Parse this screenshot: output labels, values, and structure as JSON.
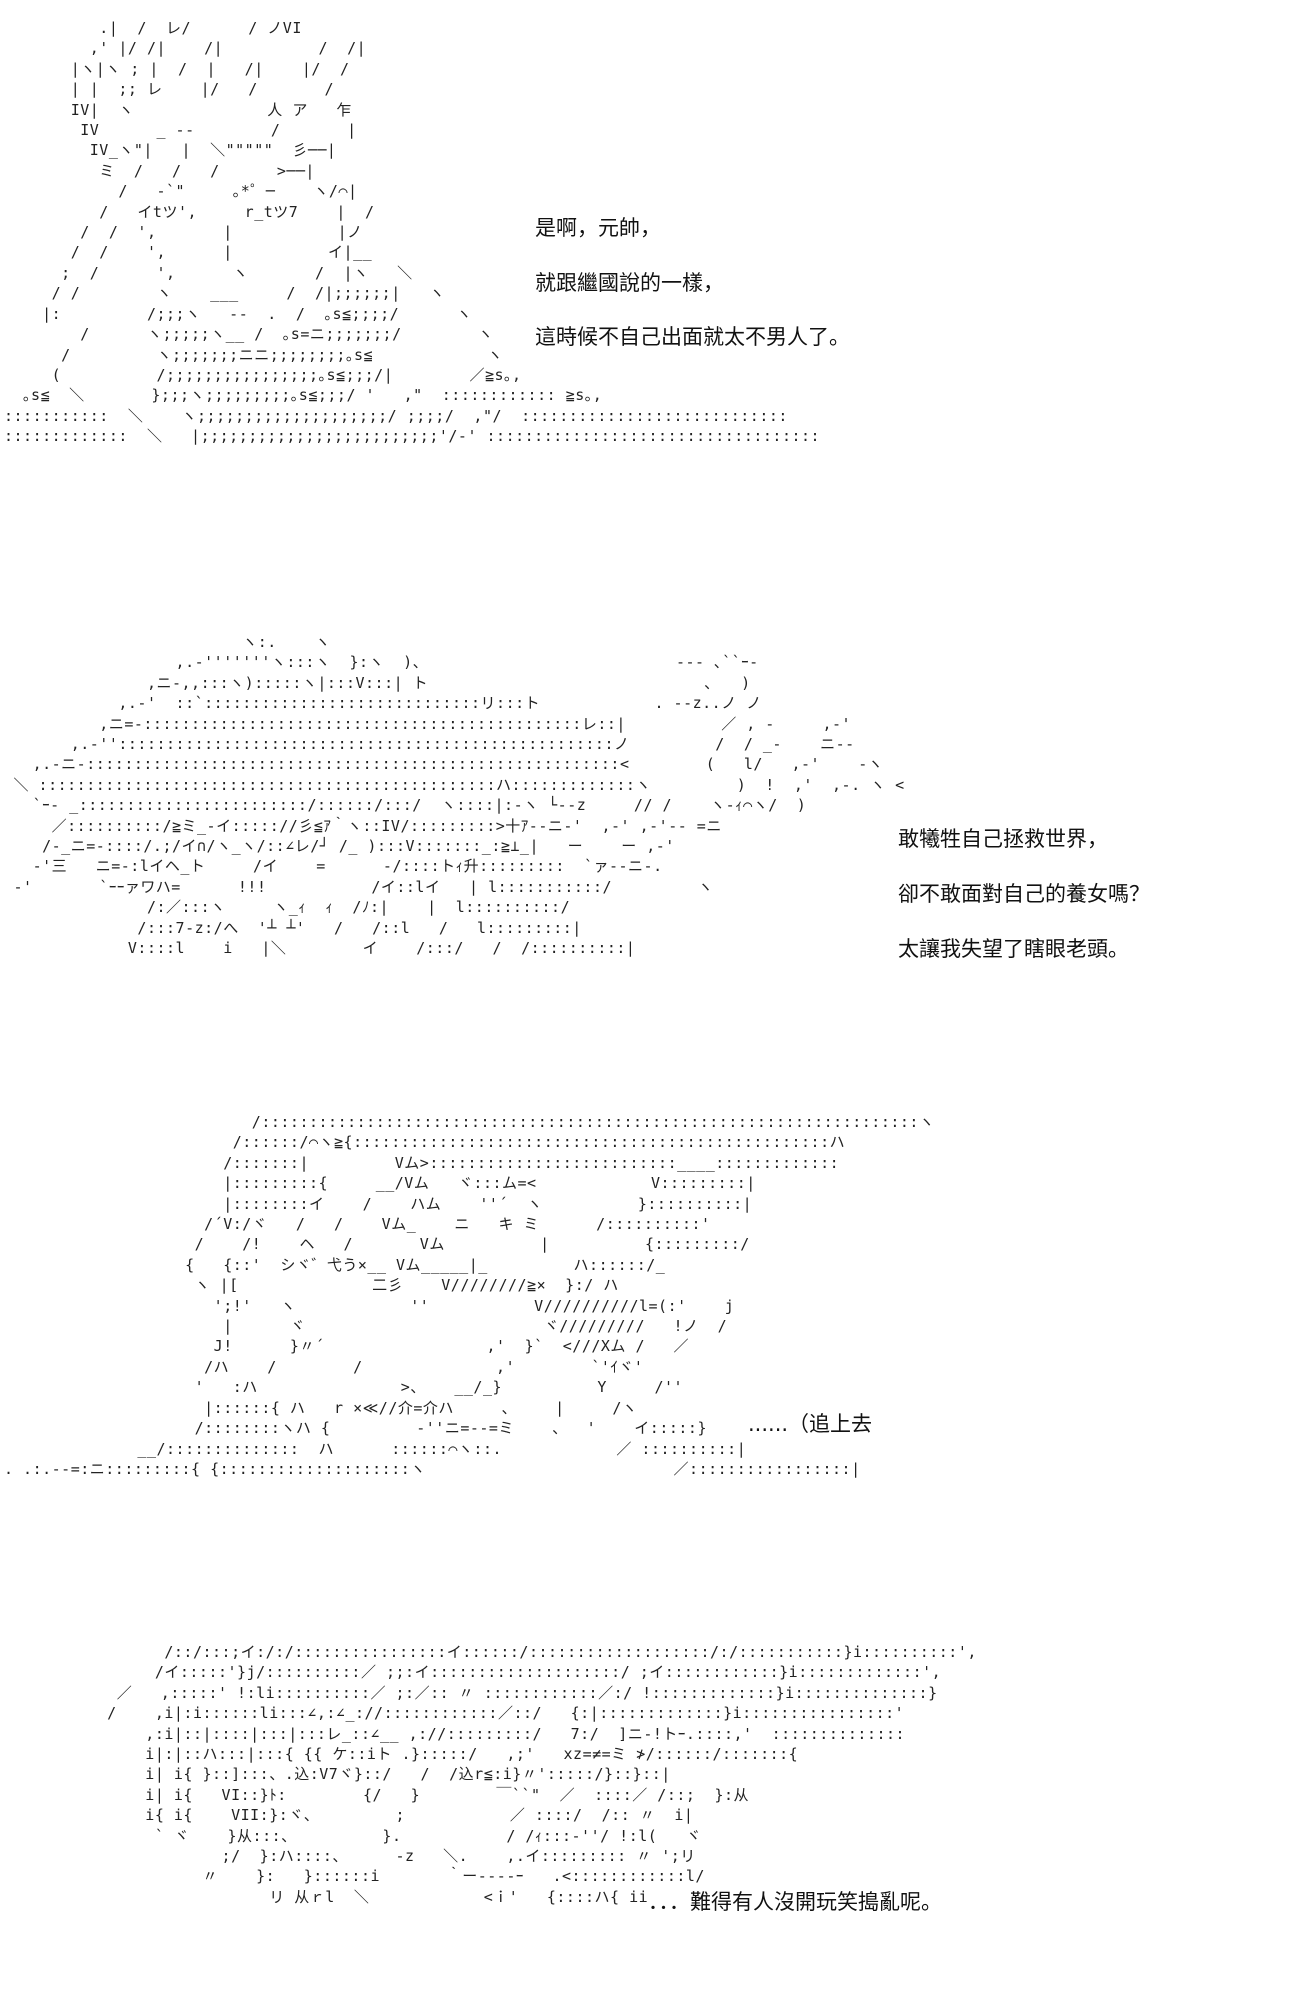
{
  "panels": [
    {
      "art": [
        "          .|  /  レ/      / ノVI",
        "         ,' |/ /|    /|          /  /|",
        "       |ヽ|ヽ ; |  /  |   /|    |/  /",
        "       | |  ;; レ    |/   /       /",
        "       IV|  ヽ              人 ア   乍",
        "        IV      _ ‐-        /       |",
        "         IV_ヽ\"|   |  ＼\"\"\"\"\"  彡──|",
        "          ミ  /   /   /      >──|",
        "            /   -`\"     ｡*゜─    ヽ/⌒|",
        "          /   イtツ',     r_tツ7    |  /",
        "        /  /  ',       |           |ノ",
        "       /  /    ',      |          イ|__",
        "      ;  /      ',      ヽ       /  |ヽ   ＼",
        "     / /        ヽ    ___     /  /|;;;;;;|   ヽ",
        "    |:         /;;;ヽ   --  .  /  ｡s≦;;;;/      ヽ",
        "        /      ヽ;;;;;ヽ__ /  ｡s=ニ;;;;;;;/        ヽ",
        "      /         ヽ;;;;;;;ニニ;;;;;;;;｡s≦            ヽ",
        "     (          /;;;;;;;;;;;;;;;;｡s≦;;;/|        ／≧s｡,",
        "  ｡s≦  ＼       };;;ヽ;;;;;;;;;｡s≦;;;/ '   ,\"  :::::::::::: ≧s｡,",
        ":::::::::::  ＼    ヽ;;;;;;;;;;;;;;;;;;;;/ ;;;;/  ,\"/  ::::::::::::::::::::::::::::",
        ":::::::::::::  ＼   |;;;;;;;;;;;;;;;;;;;;;;;;;'/-' :::::::::::::::::::::::::::::::::::"
      ],
      "lines": [
        "是啊，元帥，",
        "就跟繼國說的一樣，",
        "這時候不自己出面就太不男人了。"
      ]
    },
    {
      "art": [
        "                         ヽ:.    ヽ",
        "                  ,.-'''''''ヽ:::ヽ  }:ヽ  )、                          --- ､``ｰ-",
        "               ,ニ-,,:::ヽ):::::ヽ|:::V:::| ト                             ､   )",
        "            ,.-'  ::`:::::::::::::::::::::::::::::リ:::ト            . --z..ノ ノ",
        "          ,ニ=-::::::::::::::::::::::::::::::::::::::::::::::レ::|          ／ , -     ,-'",
        "       ,.-''::::::::::::::::::::::::::::::::::::::::::::::::::::ノ         /  / _-    ニ--",
        "   ,.-ニ-::::::::::::::::::::::::::::::::::::::::::::::::::::::::<        (   l/   ,-'    -ヽ",
        " ＼ ::::::::::::::::::::::::::::::::::::::::::::::::ハ:::::::::::::ヽ         )  !  ,'  ,-. ヽ <",
        "   `ｰ- _::::::::::::::::::::::::/::::::/:::/  ヽ::::|:-ヽ └--z     // /    ヽ-ｨ⌒ヽ/  )",
        "     ／::::::::::/≧ミ_-イ::::://彡≦ｱ｀ヽ::IV/:::::::::>十ｱ--ニ-'  ,-' ,-'-- =ニ",
        "    /-_ニ=-::::/.;/イ∩/ヽ_ヽ/::∠レ/┘ /_ ):::V:::::::_:≧⊥_|   ー    ー ,-'",
        "   -'三   ニ=-:lイヘ_ト     /イ    =      -/::::トｨ升:::::::::  `ァ--ニ-.",
        " -'       `ｰｰァワハ=      !!!           /イ::lイ   | l:::::::::::/         ヽ",
        "               /:／:::ヽ     ヽ_ｨ  ｨ  /ﾉ:|    |  l::::::::::/",
        "              /:::7-z:/へ  '┴ ┴'   /   /::l   /   l:::::::::|",
        "             V::::l    i   |＼        イ    /:::/   /  /::::::::::|"
      ],
      "lines": [
        "敢犧牲自己拯救世界，",
        "卻不敢面對自己的養女嗎？",
        "太讓我失望了瞎眼老頭。"
      ]
    },
    {
      "art": [
        "                          /:::::::::::::::::::::::::::::::::::::::::::::::::::::::::::::::::::::ヽ",
        "                        /::::::/⌒ヽ≧{::::::::::::::::::::::::::::::::::::::::::::::::::ハ",
        "                       /:::::::|         Vム>::::::::::::::::::::::::::____:::::::::::::",
        "                       |:::::::::{     __/Vム   ヾ:::ム=<            V:::::::::|",
        "                       |::::::::イ    /    ハム    ''´  ヽ          }::::::::::|",
        "                     /´V:/ヾ   /   /    Vム_    ニ   キ ミ      /::::::::::'",
        "                    /    /!    ヘ   /       Vム          |          {:::::::::/",
        "                   {   {::'  シヾ゛弋う×__ Vム_____|_         ハ::::::/_",
        "                    ヽ |[              二彡    V////////≧×  }:/ ハ",
        "                      ';!'   ヽ            ''           V//////////l=(:'    j",
        "                       |      ヾ                         ヾ/////////   !ノ  /",
        "                      J!      }〃´                 ,'  }`  <///Xム /   ／",
        "                     /ハ    /        /              ,'        `'ｲヾ'",
        "                    '   :ハ               >、   __/_}          Y     /''",
        "                     |::::::{ ハ   r ×≪//介=介ハ     、    |     /ヽ",
        "                    /::::::::ヽハ {         ‐''ニ=--=ミ    、  '    イ:::::}",
        "              __/::::::::::::::  ハ      ::::::⌒ヽ::.            ／ ::::::::::|",
        ". .:.--=:ニ:::::::::{ {::::::::::::::::::::ヽ                          ／:::::::::::::::::|"
      ],
      "lines": [
        "......（追上去"
      ]
    },
    {
      "art": [
        "            /::/:::;イ:/:/::::::::::::::::イ::::::/:::::::::::::::::::/:/:::::::::::}i::::::::::',",
        "           /イ:::::'}j/::::::::::／ ;;:イ::::::::::::::::::::/ ;イ::::::::::::}i:::::::::::::',",
        "       ／   ,:::::' !:li::::::::::／ ;:／:: 〃 ::::::::::::／:/ !:::::::::::::}i::::::::::::::}",
        "      /    ,i|:i::::::li:::∠,:∠_://::::::::::::／::/   {:|:::::::::::::}i::::::::::::::::'",
        "          ,:i|::|::::|:::|:::レ_::∠__ ,://:::::::::/   7:/  ]ニ-!トｰ.::::,'  ::::::::::::::",
        "          i|:|::ハ:::|:::{ {{ ケ::iト .}:::::/   ,;'   xz=≠=ミ ≯/::::::/:::::::{",
        "          i| i{ }::]:::、.込:V7ヾ}::/   /  /込r≦:i}〃':::::/}::}::|",
        "          i| i{   VI::}ﾄ:        {/   }        ￣``\"  ／  ::::／ /::;  }:从",
        "          i{ i{    VII:}:ヾ、        ;           ／ ::::/  /:: 〃  i|",
        "           ` ヾ    }从:::、         }.           / /ｨ:::-''/ !:l(   ヾ",
        "                  ;/  }:ハ::::、     -z   ＼.    ,.イ::::::::: 〃 ';リ",
        "                〃    }:   }::::::i       ｀ー----ｰ   .<::::::::::::l/",
        "                       リ 从ｒl  ＼            <ｉ'   {::::ハ{ ii"
      ],
      "lines": [
        "．．．難得有人沒開玩笑搗亂呢。"
      ]
    }
  ]
}
